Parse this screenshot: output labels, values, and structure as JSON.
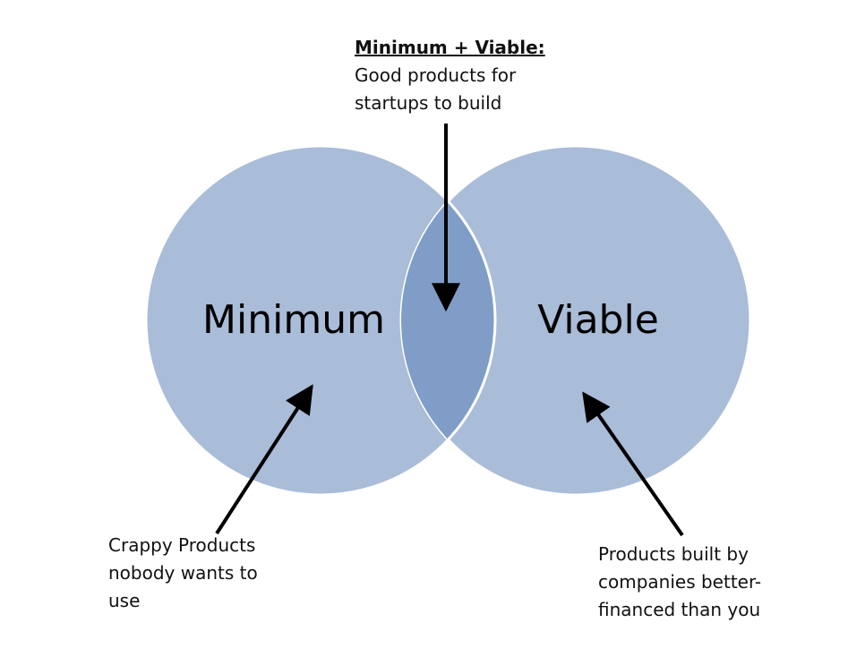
{
  "diagram": {
    "circles": [
      {
        "id": "minimum",
        "label": "Minimum"
      },
      {
        "id": "viable",
        "label": "Viable"
      }
    ],
    "colors": {
      "circle_fill": "#a9bcd8",
      "overlap_fill": "#7f9dc7",
      "outline": "#ffffff",
      "arrow": "#000000"
    },
    "callouts": {
      "overlap": {
        "heading": "Minimum + Viable:",
        "lines": [
          "Good products for",
          "startups to build"
        ]
      },
      "minimum_only": {
        "lines": [
          "Crappy Products",
          "nobody wants to",
          "use"
        ]
      },
      "viable_only": {
        "lines": [
          "Products built by",
          "companies better-",
          "financed than you"
        ]
      }
    }
  }
}
